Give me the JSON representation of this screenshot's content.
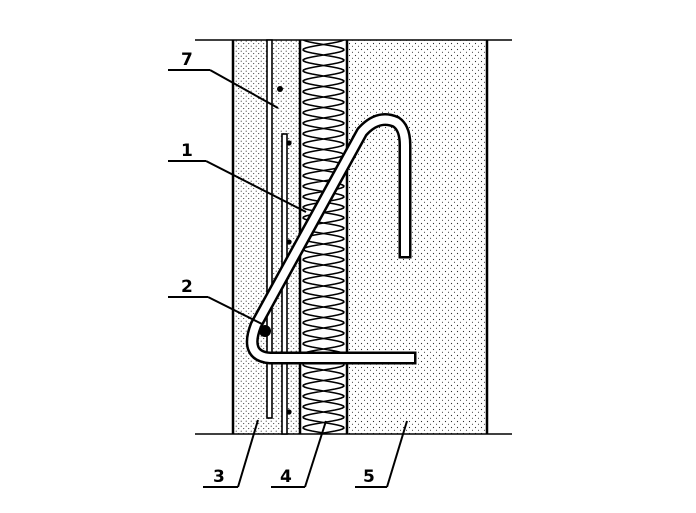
{
  "labels": {
    "l1": "1",
    "l2": "2",
    "l3": "3",
    "l4": "4",
    "l5": "5",
    "l7": "7"
  },
  "colors": {
    "ink": "#000000",
    "background": "#ffffff",
    "dots": "#2a2a2a"
  }
}
